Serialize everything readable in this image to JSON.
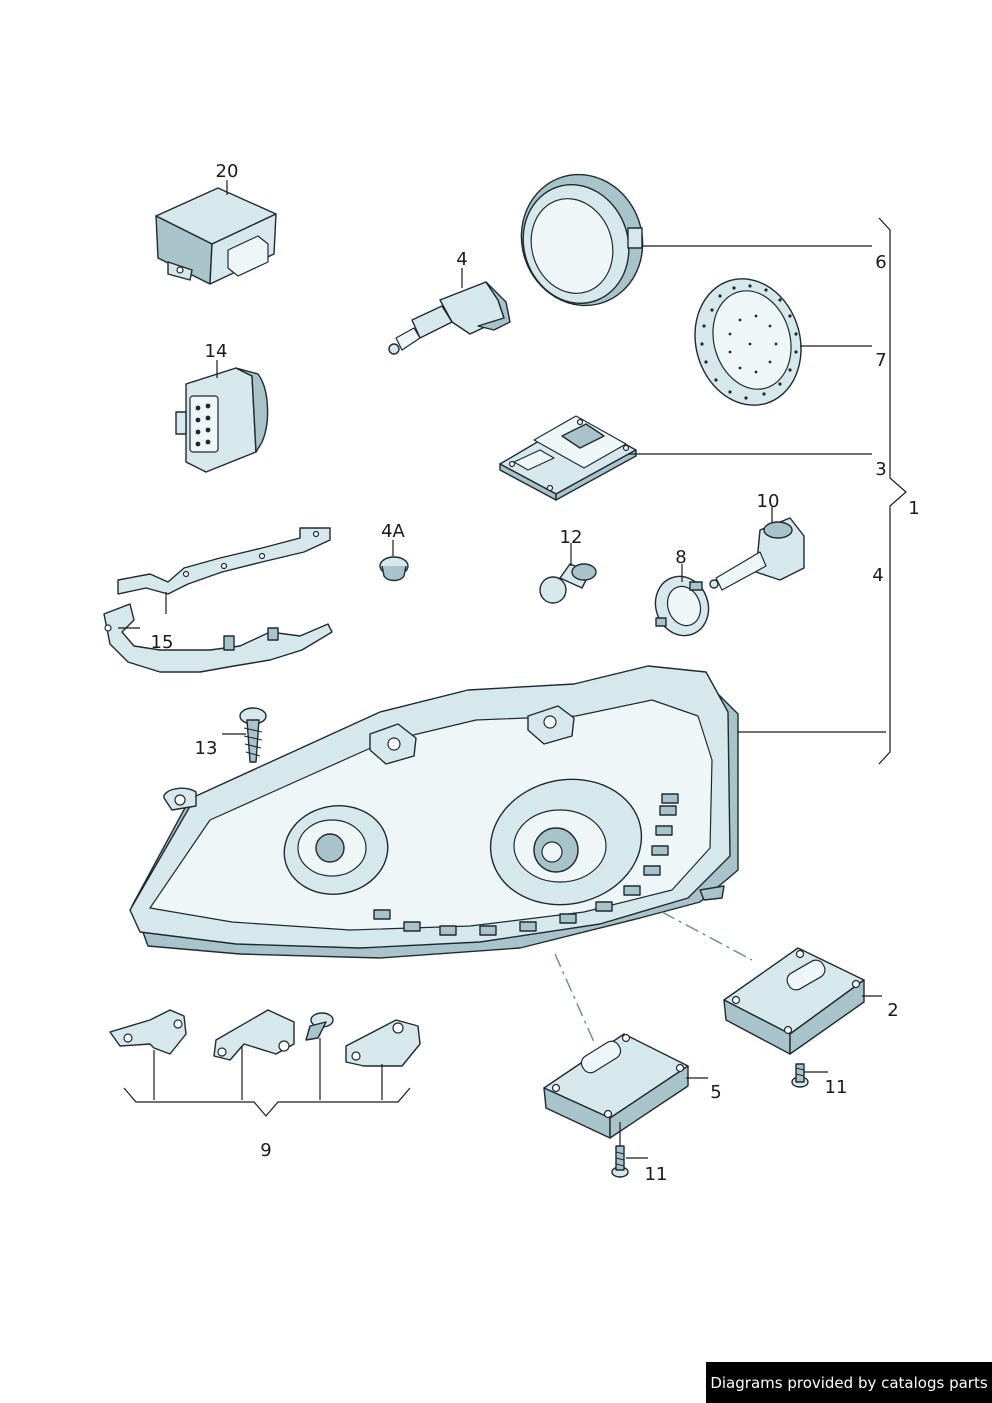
{
  "diagram": {
    "callouts": {
      "c20": "20",
      "c4": "4",
      "c6": "6",
      "c7": "7",
      "c14": "14",
      "c3": "3",
      "c1": "1",
      "c10": "10",
      "c4a": "4A",
      "c12": "12",
      "c8": "8",
      "c4b": "4",
      "c15": "15",
      "c13": "13",
      "c2": "2",
      "c5": "5",
      "c11a": "11",
      "c11b": "11",
      "c9": "9"
    }
  },
  "footer": {
    "credit": "Diagrams provided by catalogs parts"
  },
  "colors": {
    "part_fill": "#d7e8ec",
    "outline": "#1f2a30",
    "background": "#ffffff",
    "banner": "#000000"
  }
}
